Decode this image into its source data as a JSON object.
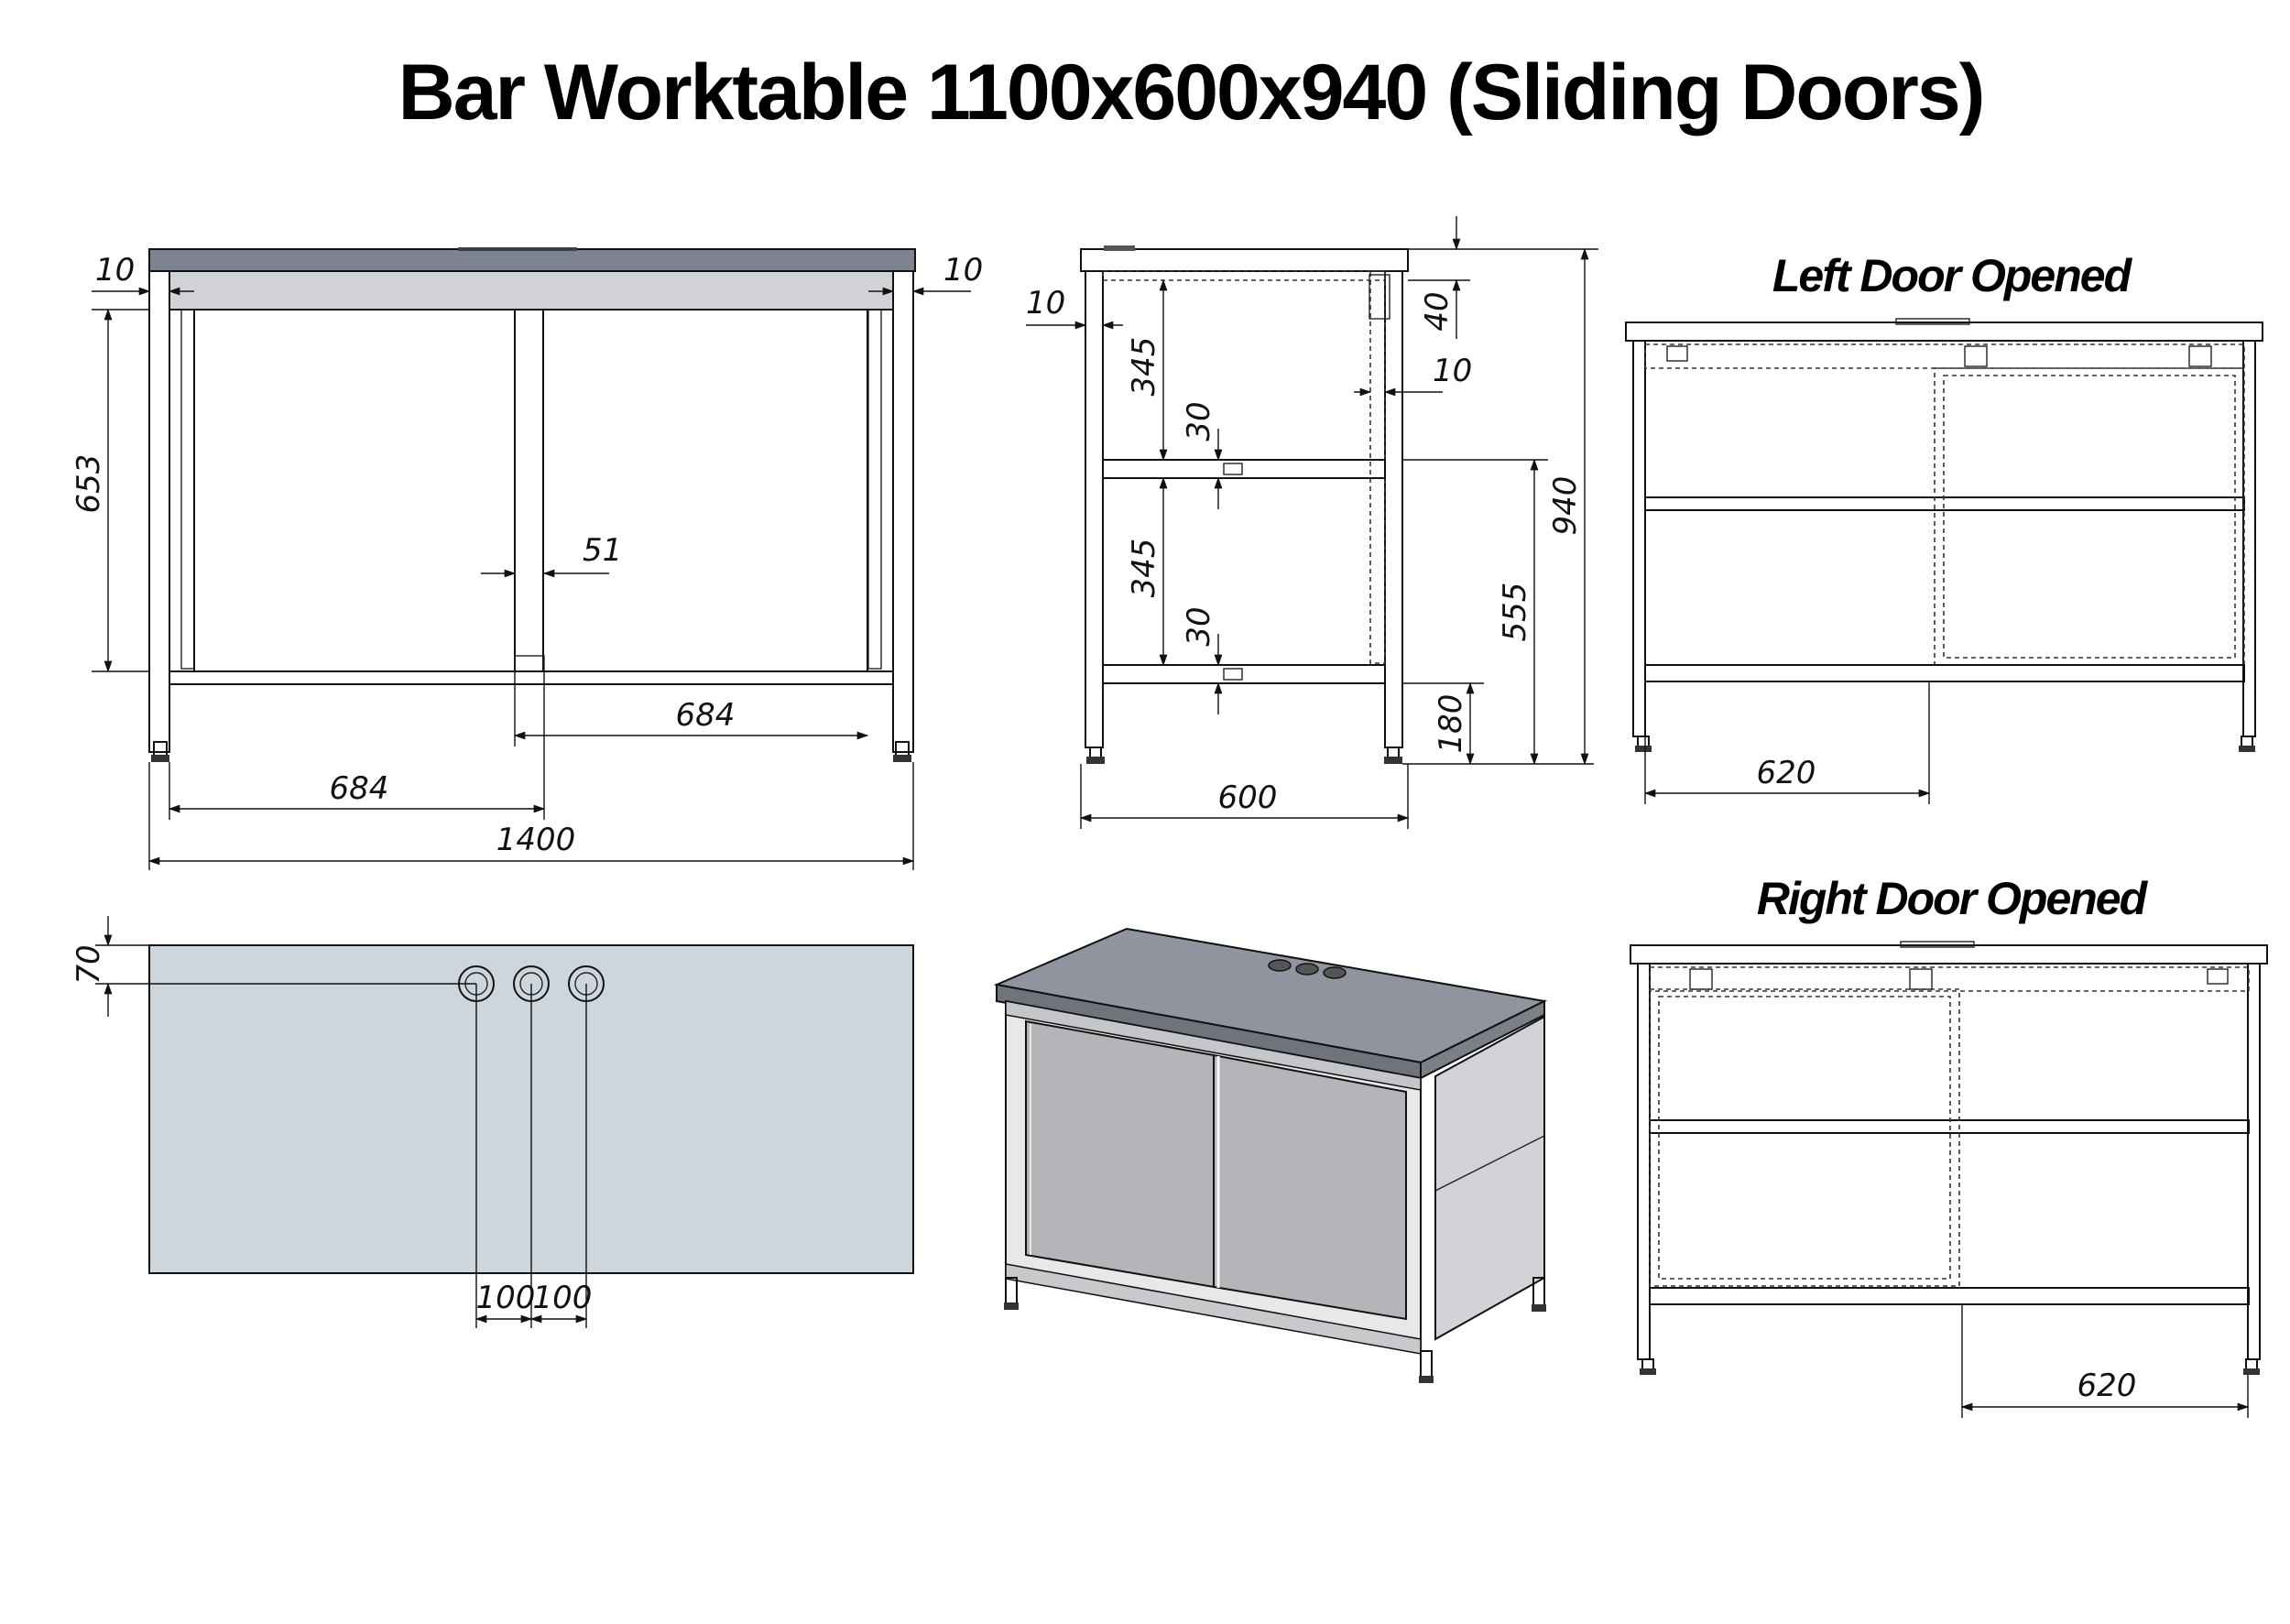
{
  "title": "Bar Worktable 1100x600x940 (Sliding Doors)",
  "views": {
    "front": {
      "dims": {
        "side_gap_left": "10",
        "side_gap_right": "10",
        "door_height": "653",
        "door_overlap": "51",
        "door_width_right": "684",
        "door_width_left": "684",
        "overall_length": "1400"
      }
    },
    "side": {
      "dims": {
        "post_offset": "10",
        "top_gap": "40",
        "upper_space": "345",
        "shelf_upper": "30",
        "inner_offset": "10",
        "lower_space": "345",
        "shelf_lower": "30",
        "shelf_height": "555",
        "bottom_clear": "180",
        "overall_height": "940",
        "depth": "600"
      }
    },
    "left_open": {
      "label": "Left Door Opened",
      "dims": {
        "opening": "620"
      }
    },
    "right_open": {
      "label": "Right Door Opened",
      "dims": {
        "opening": "620"
      }
    },
    "top": {
      "dims": {
        "hole_offset": "70",
        "hole_pitch_1": "100",
        "hole_pitch_2": "100"
      }
    }
  },
  "colors": {
    "line": "#111111",
    "worktop": "#7d8390",
    "top_view_fill": "#cdd5dd",
    "door_panel": "#b4b5b9",
    "side_panel": "#d2d3d6",
    "worktop_3d": "#8f949e"
  }
}
